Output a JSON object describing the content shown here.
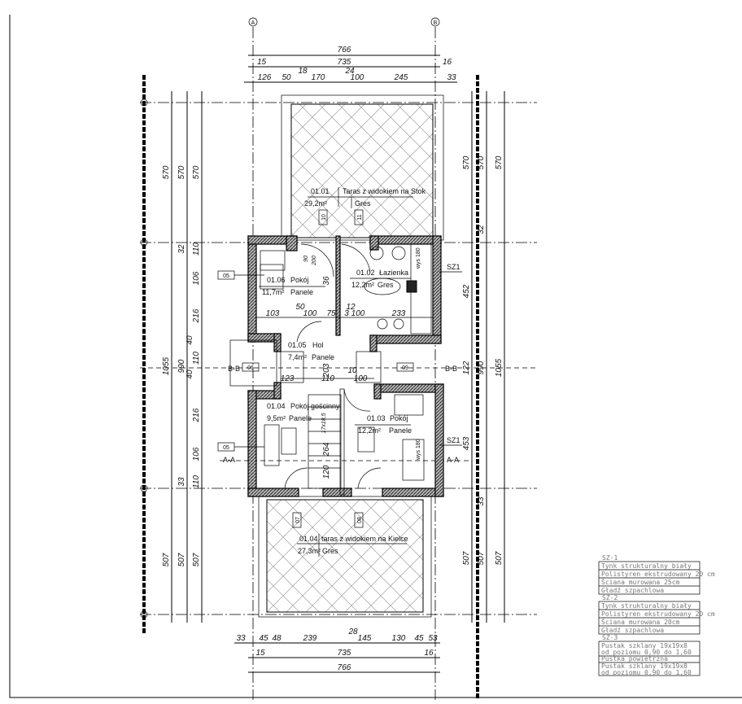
{
  "axes": {
    "a": "A",
    "b": "B"
  },
  "dims": {
    "top": [
      "766",
      "735",
      "15",
      "16",
      "126",
      "50",
      "18",
      "170",
      "24",
      "100",
      "245",
      "33"
    ],
    "bottom": [
      "33",
      "45",
      "48",
      "239",
      "28",
      "145",
      "130",
      "45",
      "53",
      "15",
      "735",
      "16",
      "766"
    ],
    "left": [
      "570",
      "570",
      "570",
      "1055",
      "990",
      "32",
      "110",
      "106",
      "216",
      "40",
      "110",
      "40",
      "216",
      "106",
      "110",
      "33",
      "507",
      "507",
      "507"
    ],
    "right": [
      "570",
      "570",
      "570",
      "452",
      "122",
      "990",
      "1055",
      "453",
      "32",
      "33",
      "507",
      "507",
      "507"
    ],
    "interior": [
      "103",
      "50",
      "100",
      "75",
      "12",
      "3",
      "100",
      "233",
      "203",
      "110",
      "10",
      "100",
      "123",
      "120",
      "17x18,5",
      "264",
      "36",
      "90",
      "200"
    ]
  },
  "rooms": [
    {
      "num": "01.01",
      "name": "Taras z widokiem na Stok",
      "area": "29,2m²",
      "finish": "Gres"
    },
    {
      "num": "01.02",
      "name": "Łazienka",
      "area": "12,2m²",
      "finish": "Gres"
    },
    {
      "num": "01.06",
      "name": "Pokój",
      "area": "11,7m²",
      "finish": "Panele"
    },
    {
      "num": "01.05",
      "name": "Hol",
      "area": "7,4m²",
      "finish": "Panele"
    },
    {
      "num": "01.04",
      "name": "Pokój gościnny",
      "area": "9,5m²",
      "finish": "Panele"
    },
    {
      "num": "01.03",
      "name": "Pokój",
      "area": "12,2m²",
      "finish": "Panele"
    },
    {
      "num": "01.04",
      "name": "taras z widokiem na Kielce",
      "area": "27,3m²",
      "finish": "Gres"
    }
  ],
  "tags": [
    "10",
    "11",
    "05",
    "06",
    "09",
    "05",
    "07",
    "08"
  ],
  "sections": {
    "bb": "B-B",
    "aa": "A-A",
    "sz1": "SZ1",
    "wys": "wys 180"
  },
  "legend": [
    {
      "title": "SZ-1",
      "rows": [
        "Tynk strukturalny biały",
        "Polistyren ekstrudowany 20 cm",
        "Ściana murowana 25cm",
        "Gładź szpachlowa"
      ]
    },
    {
      "title": "SZ-2",
      "rows": [
        "Tynk strukturalny biały",
        "Polistyren ekstrudowany 20 cm",
        "Ściana murowana 20cm",
        "Gładź szpachlowa"
      ]
    },
    {
      "title": "SZ-3",
      "rows": [
        "Pustak szklany 19x19x8",
        "od poziomu 0,90 do 1,60",
        "Pustka powietrzna",
        "Pustak szklany 19x19x8",
        "od poziomu 0,90 do 1,60"
      ]
    }
  ]
}
